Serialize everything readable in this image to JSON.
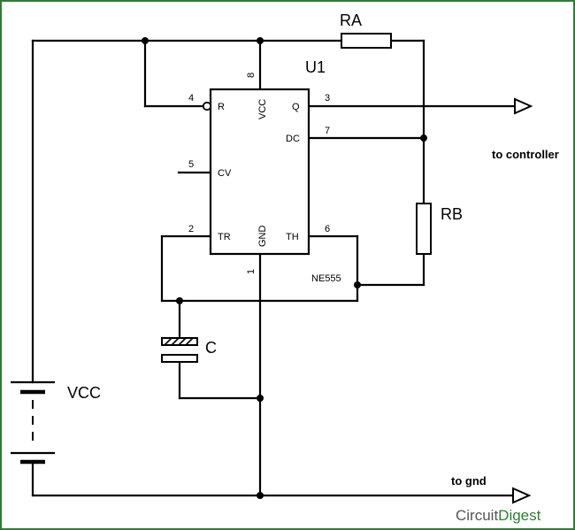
{
  "colors": {
    "border": "#2e7d32",
    "wire": "#000000",
    "brand_grey": "#555555",
    "brand_green": "#2e7d32"
  },
  "ic": {
    "name": "U1",
    "part": "NE555",
    "pins": {
      "r": "R",
      "vcc": "VCC",
      "q": "Q",
      "dc": "DC",
      "cv": "CV",
      "tr": "TR",
      "gnd": "GND",
      "th": "TH"
    },
    "pin_numbers": {
      "reset": "4",
      "vcc": "8",
      "q": "3",
      "dc": "7",
      "cv": "5",
      "tr": "2",
      "gnd": "1",
      "th": "6"
    }
  },
  "components": {
    "ra": "RA",
    "rb": "RB",
    "c": "C",
    "vcc": "VCC"
  },
  "notes": {
    "to_controller": "to controller",
    "to_gnd": "to gnd"
  },
  "brand": {
    "part1": "Circuit",
    "part2": "Digest"
  }
}
